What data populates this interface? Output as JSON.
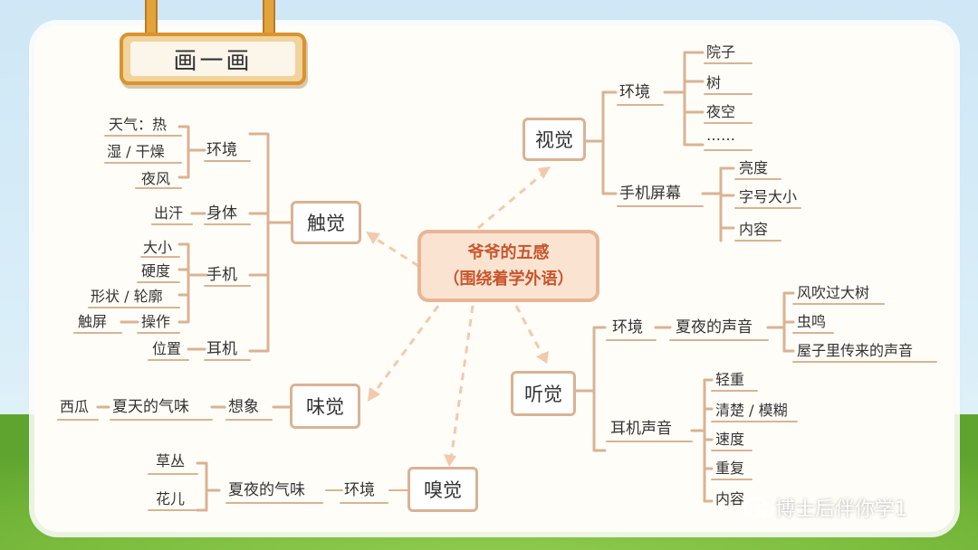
{
  "title": "画一画",
  "center": {
    "line1": "爷爷的五感",
    "line2": "（围绕着学外语）"
  },
  "touch": {
    "label": "触觉",
    "env": {
      "label": "环境",
      "items": [
        "天气：热",
        "湿 / 干燥",
        "夜风"
      ]
    },
    "body": {
      "label": "身体",
      "items": [
        "出汗"
      ]
    },
    "phone": {
      "label": "手机",
      "items": [
        "大小",
        "硬度",
        "形状 / 轮廓",
        "操作"
      ],
      "sub": "触屏"
    },
    "earphone": {
      "label": "耳机",
      "items": [
        "位置"
      ]
    }
  },
  "taste": {
    "label": "味觉",
    "imagine": "想象",
    "summer": "夏天的气味",
    "melon": "西瓜"
  },
  "smell": {
    "label": "嗅觉",
    "env": "环境",
    "night": "夏夜的气味",
    "items": [
      "草丛",
      "花儿"
    ]
  },
  "sight": {
    "label": "视觉",
    "env": {
      "label": "环境",
      "items": [
        "院子",
        "树",
        "夜空",
        "……"
      ]
    },
    "screen": {
      "label": "手机屏幕",
      "items": [
        "亮度",
        "字号大小",
        "内容"
      ]
    }
  },
  "hearing": {
    "label": "听觉",
    "env": {
      "label": "环境",
      "night": "夏夜的声音",
      "items": [
        "风吹过大树",
        "虫鸣",
        "屋子里传来的声音"
      ]
    },
    "earphone": {
      "label": "耳机声音",
      "items": [
        "轻重",
        "清楚 / 模糊",
        "速度",
        "重复",
        "内容"
      ]
    }
  },
  "watermark": "博士后伴你学1",
  "colors": {
    "line": "#d9b394",
    "dash": "#f3c9ad",
    "centerText": "#c8552c",
    "sign": "#d9932f"
  }
}
